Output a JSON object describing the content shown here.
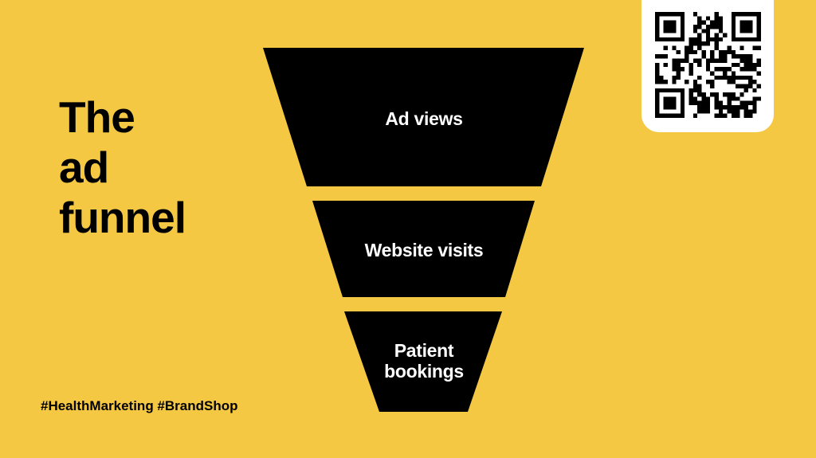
{
  "title": {
    "lines": [
      "The",
      "ad",
      "funnel"
    ]
  },
  "hashtags": "#HealthMarketing #BrandShop",
  "funnel": {
    "stages": [
      {
        "label_lines": [
          "Ad views"
        ]
      },
      {
        "label_lines": [
          "Website visits"
        ]
      },
      {
        "label_lines": [
          "Patient",
          "bookings"
        ]
      }
    ]
  },
  "qr_code": {
    "icon": "qr-code-icon"
  },
  "colors": {
    "background": "#F5C843",
    "funnel": "#000000",
    "funnel_text": "#FFFFFF",
    "qr_card": "#FFFFFF"
  }
}
